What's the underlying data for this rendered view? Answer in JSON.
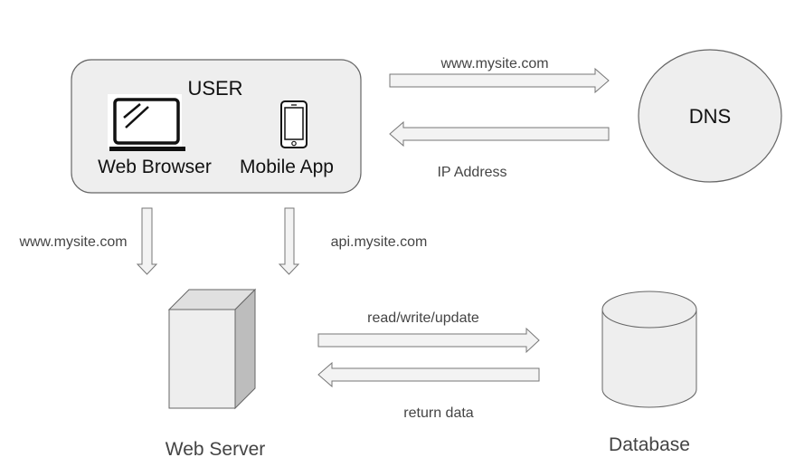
{
  "user_group": {
    "title": "USER",
    "web_browser_label": "Web Browser",
    "mobile_app_label": "Mobile App"
  },
  "dns": {
    "label": "DNS",
    "request_label": "www.mysite.com",
    "response_label": "IP Address"
  },
  "web_server": {
    "label": "Web Server",
    "browser_request_label": "www.mysite.com",
    "app_request_label": "api.mysite.com"
  },
  "database": {
    "label": "Database",
    "request_label": "read/write/update",
    "response_label": "return data"
  },
  "colors": {
    "box_fill": "#eeeeee",
    "box_stroke": "#666666",
    "arrow_fill": "#f3f3f3",
    "arrow_stroke": "#777777",
    "server_front": "#eeeeee",
    "server_top": "#e0e0e0",
    "server_side": "#bdbdbd",
    "text": "#111111",
    "muted_text": "#444444"
  }
}
